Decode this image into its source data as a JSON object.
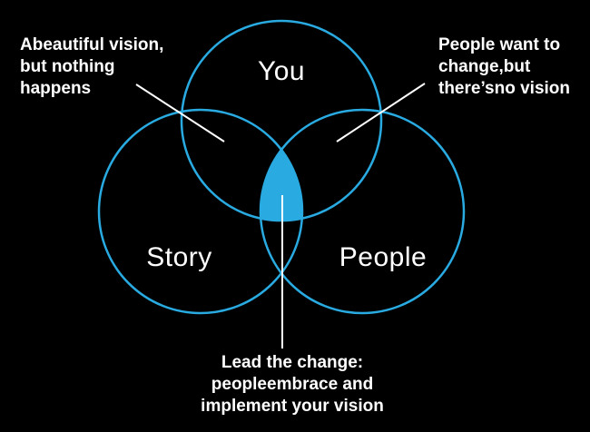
{
  "colors": {
    "background": "#000000",
    "accent": "#29ABE2",
    "text": "#FFFFFF"
  },
  "chart_data": {
    "type": "venn",
    "title": "",
    "sets": [
      {
        "id": "you",
        "label": "You"
      },
      {
        "id": "story",
        "label": "Story"
      },
      {
        "id": "people",
        "label": "People"
      }
    ],
    "highlighted_region": "you ∩ story ∩ people",
    "annotations": [
      {
        "points_to": "you ∩ story",
        "text": "Abeautiful vision, but nothing happens"
      },
      {
        "points_to": "you ∩ people",
        "text": "People want to change,but there'sno vision"
      },
      {
        "points_to": "you ∩ story ∩ people",
        "text": "Lead the change: peopleembrace and implement your vision"
      }
    ]
  },
  "venn": {
    "circles": [
      {
        "id": "you",
        "label": "You"
      },
      {
        "id": "story",
        "label": "Story"
      },
      {
        "id": "people",
        "label": "People"
      }
    ],
    "annotations": {
      "top_left": {
        "lines": [
          "Abeautiful vision,",
          "but nothing",
          "happens"
        ]
      },
      "top_right": {
        "lines": [
          "People want to",
          "change,but",
          "there’sno vision"
        ]
      },
      "bottom": {
        "lines": [
          "Lead the change:",
          "peopleembrace and",
          "implement your vision"
        ]
      }
    }
  }
}
